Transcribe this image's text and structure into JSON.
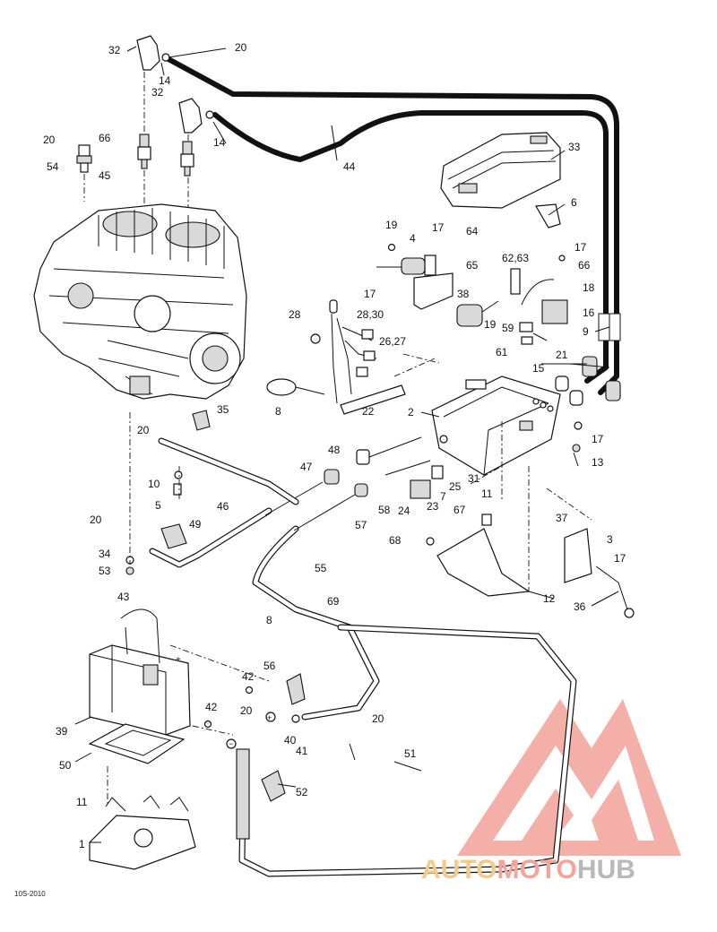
{
  "diagram": {
    "reference_code": "10S-2010",
    "callouts": [
      {
        "id": "c32a",
        "text": "32"
      },
      {
        "id": "c20a",
        "text": "20"
      },
      {
        "id": "c14a",
        "text": "14"
      },
      {
        "id": "c32b",
        "text": "32"
      },
      {
        "id": "c14b",
        "text": "14"
      },
      {
        "id": "c20b",
        "text": "20"
      },
      {
        "id": "c66a",
        "text": "66"
      },
      {
        "id": "c54",
        "text": "54"
      },
      {
        "id": "c45",
        "text": "45"
      },
      {
        "id": "c44",
        "text": "44"
      },
      {
        "id": "c33",
        "text": "33"
      },
      {
        "id": "c6",
        "text": "6"
      },
      {
        "id": "c19a",
        "text": "19"
      },
      {
        "id": "c4",
        "text": "4"
      },
      {
        "id": "c17a",
        "text": "17"
      },
      {
        "id": "c64",
        "text": "64"
      },
      {
        "id": "c65",
        "text": "65"
      },
      {
        "id": "c6263",
        "text": "62,63"
      },
      {
        "id": "c17b",
        "text": "17"
      },
      {
        "id": "c66b",
        "text": "66"
      },
      {
        "id": "c17c",
        "text": "17"
      },
      {
        "id": "c38",
        "text": "38"
      },
      {
        "id": "c18",
        "text": "18"
      },
      {
        "id": "c28",
        "text": "28"
      },
      {
        "id": "c2830",
        "text": "28,30"
      },
      {
        "id": "c19b",
        "text": "19"
      },
      {
        "id": "c16",
        "text": "16"
      },
      {
        "id": "c59",
        "text": "59"
      },
      {
        "id": "c9",
        "text": "9"
      },
      {
        "id": "c2627",
        "text": "26,27"
      },
      {
        "id": "c61",
        "text": "61"
      },
      {
        "id": "c21",
        "text": "21"
      },
      {
        "id": "c15",
        "text": "15"
      },
      {
        "id": "c8a",
        "text": "8"
      },
      {
        "id": "c22",
        "text": "22"
      },
      {
        "id": "c2",
        "text": "2"
      },
      {
        "id": "c35",
        "text": "35"
      },
      {
        "id": "c17d",
        "text": "17"
      },
      {
        "id": "c20c",
        "text": "20"
      },
      {
        "id": "c48",
        "text": "48"
      },
      {
        "id": "c13",
        "text": "13"
      },
      {
        "id": "c47",
        "text": "47"
      },
      {
        "id": "c31",
        "text": "31"
      },
      {
        "id": "c10",
        "text": "10"
      },
      {
        "id": "c25",
        "text": "25"
      },
      {
        "id": "c5",
        "text": "5"
      },
      {
        "id": "c58",
        "text": "58"
      },
      {
        "id": "c24",
        "text": "24"
      },
      {
        "id": "c23",
        "text": "23"
      },
      {
        "id": "c7",
        "text": "7"
      },
      {
        "id": "c11a",
        "text": "11"
      },
      {
        "id": "c46",
        "text": "46"
      },
      {
        "id": "c57",
        "text": "57"
      },
      {
        "id": "c67",
        "text": "67"
      },
      {
        "id": "c20d",
        "text": "20"
      },
      {
        "id": "c49",
        "text": "49"
      },
      {
        "id": "c37",
        "text": "37"
      },
      {
        "id": "c3",
        "text": "3"
      },
      {
        "id": "c34",
        "text": "34"
      },
      {
        "id": "c68",
        "text": "68"
      },
      {
        "id": "c17e",
        "text": "17"
      },
      {
        "id": "c53",
        "text": "53"
      },
      {
        "id": "c55",
        "text": "55"
      },
      {
        "id": "c12",
        "text": "12"
      },
      {
        "id": "c43",
        "text": "43"
      },
      {
        "id": "c69",
        "text": "69"
      },
      {
        "id": "c36",
        "text": "36"
      },
      {
        "id": "c8b",
        "text": "8"
      },
      {
        "id": "c56",
        "text": "56"
      },
      {
        "id": "c42a",
        "text": "42"
      },
      {
        "id": "c20e",
        "text": "20"
      },
      {
        "id": "c42b",
        "text": "42"
      },
      {
        "id": "c20f",
        "text": "20"
      },
      {
        "id": "c39",
        "text": "39"
      },
      {
        "id": "c40",
        "text": "40"
      },
      {
        "id": "c41",
        "text": "41"
      },
      {
        "id": "c51",
        "text": "51"
      },
      {
        "id": "c50",
        "text": "50"
      },
      {
        "id": "c52",
        "text": "52"
      },
      {
        "id": "c11b",
        "text": "11"
      },
      {
        "id": "c1",
        "text": "1"
      }
    ]
  },
  "watermark": {
    "brand": "AUTOMOTOHUB",
    "colors": {
      "auto": "#f3c98c",
      "moto": "#f4a49a",
      "hub": "#b9b9b9",
      "logo": "#f3a29a"
    }
  }
}
